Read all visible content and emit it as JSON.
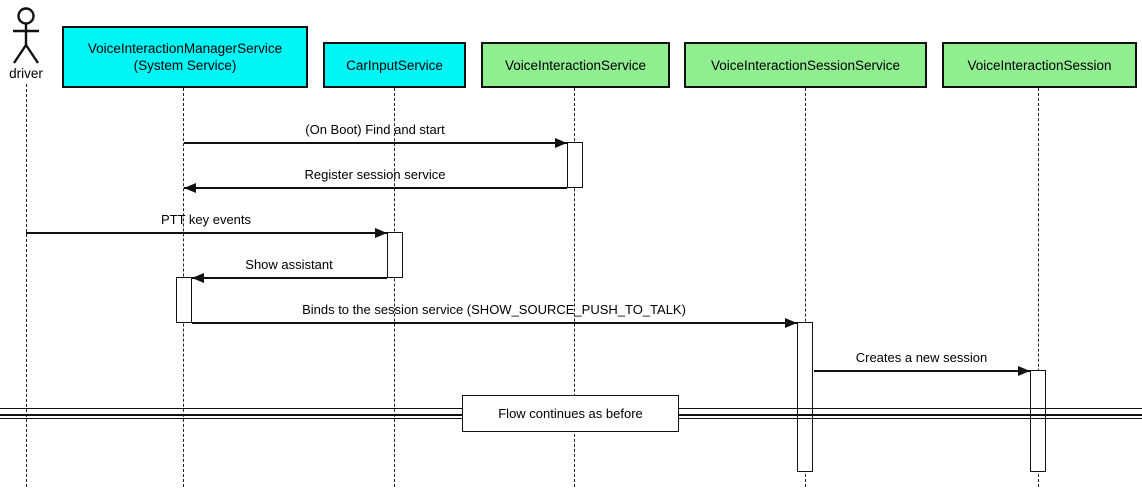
{
  "actor": {
    "label": "driver"
  },
  "participants": [
    {
      "label": "VoiceInteractionManagerService",
      "sublabel": "(System Service)",
      "color": "#00f5f5"
    },
    {
      "label": "CarInputService",
      "color": "#00f5f5"
    },
    {
      "label": "VoiceInteractionService",
      "color": "#90ee90"
    },
    {
      "label": "VoiceInteractionSessionService",
      "color": "#90ee90"
    },
    {
      "label": "VoiceInteractionSession",
      "color": "#90ee90"
    }
  ],
  "messages": [
    {
      "label": "(On Boot) Find and start",
      "from": "VoiceInteractionManagerService",
      "to": "VoiceInteractionService",
      "direction": "right"
    },
    {
      "label": "Register session service",
      "from": "VoiceInteractionService",
      "to": "VoiceInteractionManagerService",
      "direction": "left"
    },
    {
      "label": "PTT key events",
      "from": "driver",
      "to": "CarInputService",
      "direction": "right"
    },
    {
      "label": "Show assistant",
      "from": "CarInputService",
      "to": "VoiceInteractionManagerService",
      "direction": "left"
    },
    {
      "label": "Binds to the session service (SHOW_SOURCE_PUSH_TO_TALK)",
      "from": "VoiceInteractionManagerService",
      "to": "VoiceInteractionSessionService",
      "direction": "right"
    },
    {
      "label": "Creates a new session",
      "from": "VoiceInteractionSessionService",
      "to": "VoiceInteractionSession",
      "direction": "right"
    }
  ],
  "divider": {
    "label": "Flow continues as before"
  },
  "colors": {
    "participant_cyan": "#00f5f5",
    "participant_green": "#90ee90",
    "line": "#111111",
    "background": "#ffffff"
  }
}
